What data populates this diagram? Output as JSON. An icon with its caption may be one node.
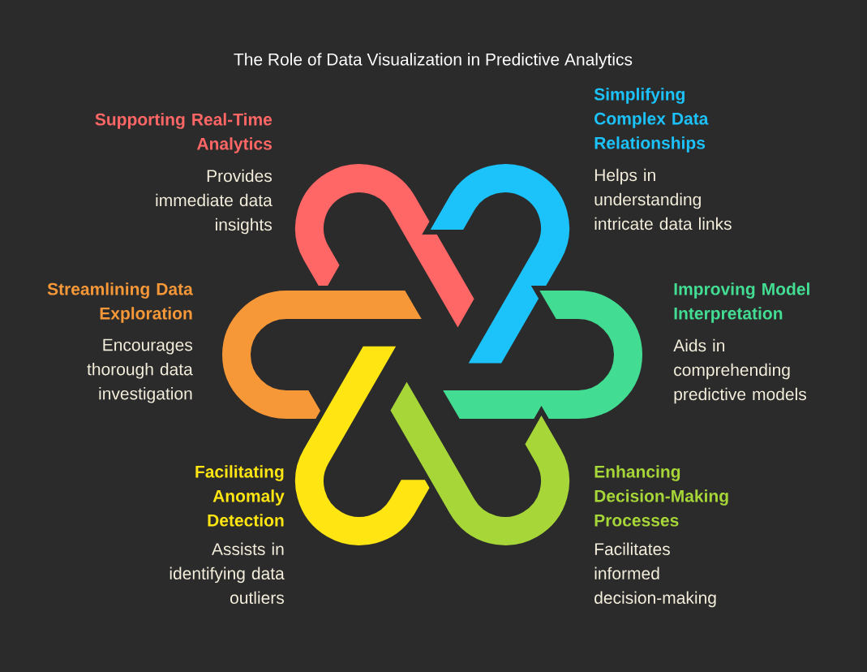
{
  "diagram": {
    "title": "The Role of Data Visualization in Predictive Analytics",
    "nodes": [
      {
        "text": [
          "Supporting Real-Time Analytics",
          "Provides immediate data insights"
        ]
      },
      {
        "text": [
          "Simplifying Complex Data Relationships",
          "Helps in understanding intricate data links"
        ]
      },
      {
        "text": [
          "Streamlining Data Exploration",
          "Encourages thorough data investigation"
        ]
      },
      {
        "text": [
          "Improving Model Interpretation",
          "Aids in comprehending predictive models"
        ]
      },
      {
        "text": [
          "Facilitating Anomaly Detection",
          "Assists in identifying data outliers"
        ]
      },
      {
        "text": [
          "Enhancing Decision-Making Processes",
          "Facilitates informed decision-making"
        ]
      }
    ]
  }
}
